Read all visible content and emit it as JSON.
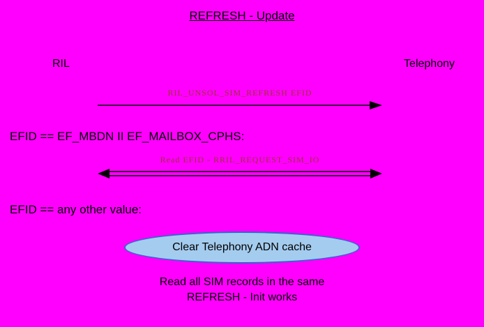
{
  "title": "REFRESH - Update",
  "actors": {
    "left": "RIL",
    "right": "Telephony"
  },
  "messages": [
    {
      "label": "RIL_UNSOL_SIM_REFRESH EFID",
      "direction": "right"
    },
    {
      "label": "Read EFID - RRIL_REQUEST_SIM_IO",
      "direction": "both"
    }
  ],
  "conditions": [
    {
      "text": "EFID == EF_MBDN II EF_MAILBOX_CPHS:"
    },
    {
      "text": "EFID == any other value:"
    }
  ],
  "cache_ellipse": {
    "label": "Clear Telephony ADN cache"
  },
  "footer": {
    "line1": "Read all SIM records in the same",
    "line2": "REFRESH - Init works"
  },
  "colors": {
    "background": "#FF00FF",
    "message_label": "#993333",
    "ellipse_fill": "#A4CCEF",
    "ellipse_border": "#3366CC",
    "text": "#000000"
  }
}
